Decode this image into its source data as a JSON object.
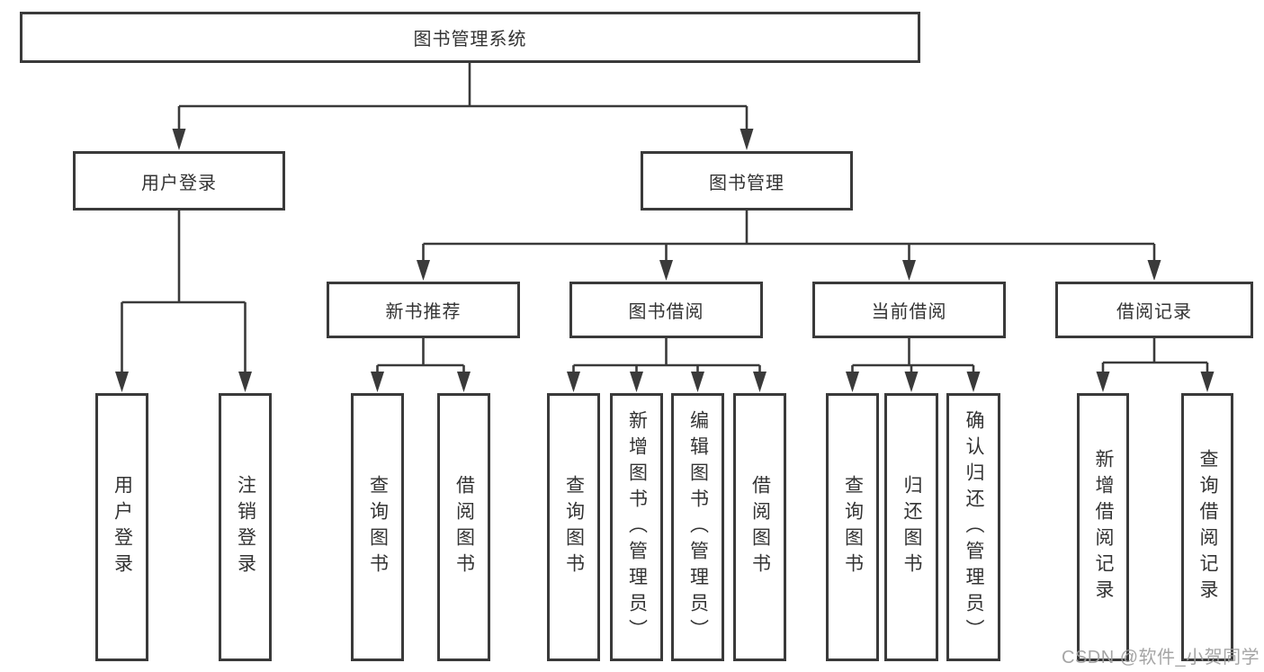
{
  "diagram_title": "图书管理系统",
  "hierarchy": {
    "label": "图书管理系统",
    "children": [
      {
        "label": "用户登录",
        "children": [
          {
            "label": "用户登录"
          },
          {
            "label": "注销登录"
          }
        ]
      },
      {
        "label": "图书管理",
        "children": [
          {
            "label": "新书推荐",
            "children": [
              {
                "label": "查询图书"
              },
              {
                "label": "借阅图书"
              }
            ]
          },
          {
            "label": "图书借阅",
            "children": [
              {
                "label": "查询图书"
              },
              {
                "label": "新增图书（管理员）"
              },
              {
                "label": "编辑图书（管理员）"
              },
              {
                "label": "借阅图书"
              }
            ]
          },
          {
            "label": "当前借阅",
            "children": [
              {
                "label": "查询图书"
              },
              {
                "label": "归还图书"
              },
              {
                "label": "确认归还（管理员）"
              }
            ]
          },
          {
            "label": "借阅记录",
            "children": [
              {
                "label": "新增借阅记录"
              },
              {
                "label": "查询借阅记录"
              }
            ]
          }
        ]
      }
    ]
  },
  "watermark": {
    "text": "CSDN @软件_小贺同学",
    "color": "#9e9e9e"
  },
  "colors": {
    "line": "#3a3a3a",
    "text": "#333333",
    "background": "#ffffff"
  }
}
